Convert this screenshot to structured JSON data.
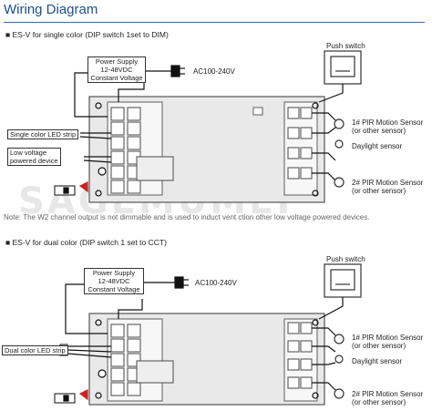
{
  "header": {
    "title": "Wiring Diagram"
  },
  "watermark": "SAGEMUMEI",
  "section1": {
    "title": "■ ES-V for single color (DIP switch 1set to DIM)",
    "psu": [
      "Power Supply",
      "12-48VDC",
      "Constant Voltage"
    ],
    "ac": "AC100-240V",
    "push_switch": "Push switch",
    "led_strip": "Single color LED strip",
    "low_voltage": [
      "Low voltage",
      "powered device"
    ],
    "sensor1": [
      "1# PIR Motion Sensor",
      "(or other sensor)"
    ],
    "daylight": "Daylight sensor",
    "sensor2": [
      "2# PIR Motion Sensor",
      "(or other sensor)"
    ],
    "note": "Note: The W2 channel output is not dimmable and is used to induct vent ction other low voltage powered devices."
  },
  "section2": {
    "title": "■ ES-V for dual color (DIP switch 1 set to CCT)",
    "psu": [
      "Power Supply",
      "12-48VDC",
      "Constant Voltage"
    ],
    "ac": "AC100-240V",
    "push_switch": "Push switch",
    "led_strip": "Dual color LED strip",
    "sensor1": [
      "1# PIR Motion Sensor",
      "(or other sensor)"
    ],
    "daylight": "Daylight sensor",
    "sensor2": [
      "2# PIR Motion Sensor",
      "(or other sensor)"
    ]
  },
  "colors": {
    "header": "#1b4f8a",
    "wire": "#111111",
    "controller_fill": "#e9e9e9",
    "arrow": "#cc2222"
  }
}
